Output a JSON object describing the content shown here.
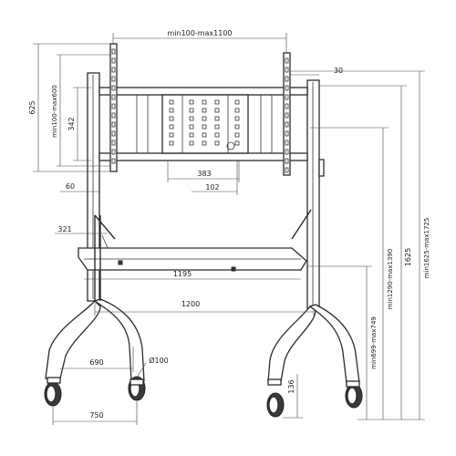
{
  "diagram": {
    "subject": "mobile-tv-stand",
    "labels": {
      "vesa_width": "min100-max1100",
      "bracket_height": "625",
      "vesa_height": "min100-max600",
      "bracket_depth": "30",
      "panel_height": "342",
      "center_spacing": "383",
      "slot_width": "102",
      "post_offset": "60",
      "shelf_offset": "321",
      "shelf_width": "1195",
      "upright_span": "1200",
      "leg_span": "690",
      "wheel_diameter": "Ø100",
      "base_width": "750",
      "wheel_height": "136",
      "shelf_height": "min699-max749",
      "center_height": "min1290-max1390",
      "overall_height": "1625",
      "max_height": "min1625-max1725"
    }
  }
}
